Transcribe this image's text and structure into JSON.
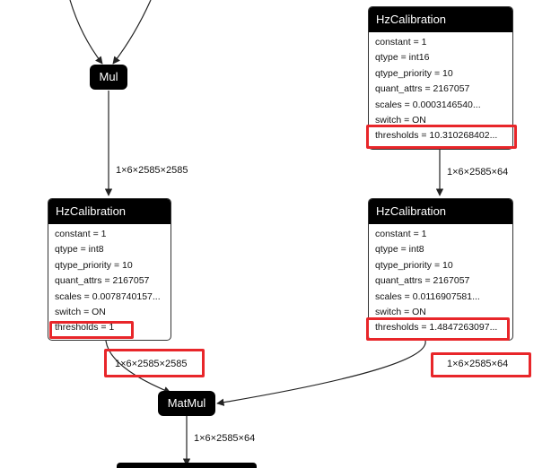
{
  "nodes": {
    "mul": {
      "label": "Mul"
    },
    "matmul": {
      "label": "MatMul"
    },
    "hz_top_right": {
      "title": "HzCalibration",
      "attrs": [
        "constant = 1",
        "qtype = int16",
        "qtype_priority = 10",
        "quant_attrs = 2167057",
        "scales = 0.0003146540...",
        "switch = ON",
        "thresholds = 10.310268402..."
      ]
    },
    "hz_left": {
      "title": "HzCalibration",
      "attrs": [
        "constant = 1",
        "qtype = int8",
        "qtype_priority = 10",
        "quant_attrs = 2167057",
        "scales = 0.0078740157...",
        "switch = ON",
        "thresholds = 1"
      ]
    },
    "hz_right": {
      "title": "HzCalibration",
      "attrs": [
        "constant = 1",
        "qtype = int8",
        "qtype_priority = 10",
        "quant_attrs = 2167057",
        "scales = 0.0116907581...",
        "switch = ON",
        "thresholds = 1.4847263097..."
      ]
    }
  },
  "edges": {
    "mul_to_hz_left": "1×6×2585×2585",
    "hz_top_right_to_hz_right": "1×6×2585×64",
    "hz_left_to_matmul": "1×6×2585×2585",
    "hz_right_to_matmul": "1×6×2585×64",
    "matmul_out": "1×6×2585×64"
  },
  "colors": {
    "node_header": "#000000",
    "highlight": "#e8262a",
    "edge": "#222222"
  }
}
